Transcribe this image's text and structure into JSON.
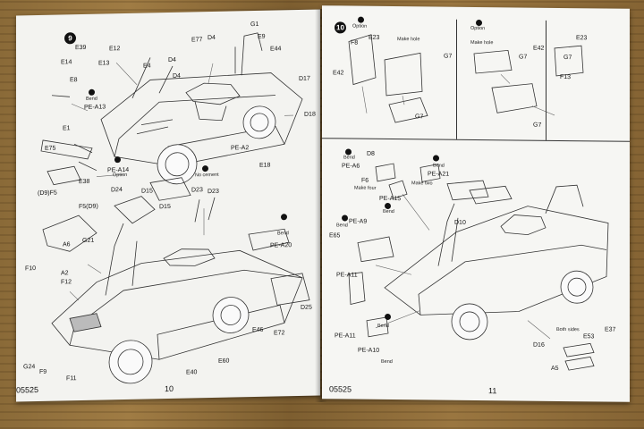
{
  "left_page": {
    "step_number": "9",
    "product_code": "05525",
    "page_number": "10",
    "bend_note": "Bend",
    "option_note": "Option",
    "no_cement_note": "No cement",
    "labels": {
      "e39": "E39",
      "e12": "E12",
      "e14": "E14",
      "e13": "E13",
      "e8": "E8",
      "e4": "E4",
      "e77": "E77",
      "d4a": "D4",
      "d4b": "D4",
      "d4c": "D4",
      "g1": "G1",
      "e9": "E9",
      "e44": "E44",
      "d17": "D17",
      "d18": "D18",
      "pe_a13": "PE-A13",
      "e1": "E1",
      "e75": "E75",
      "e38": "E38",
      "pe_a14": "PE-A14",
      "d24": "D24",
      "pe_a2": "PE-A2",
      "e18": "E18",
      "d9f5": "(D9)F5",
      "f5d9": "F5(D9)",
      "d15a": "D15",
      "d15b": "D15",
      "d23a": "D23",
      "d23b": "D23",
      "a6": "A6",
      "g21": "G21",
      "f10": "F10",
      "a2": "A2",
      "f12": "F12",
      "pe_a20": "PE-A20",
      "d25": "D25",
      "e46": "E46",
      "e72": "E72",
      "e60": "E60",
      "g24": "G24",
      "f9": "F9",
      "f11": "F11",
      "e40": "E40"
    }
  },
  "right_page": {
    "step_number": "10",
    "product_code": "05525",
    "page_number": "11",
    "option_note": "Option",
    "make_hole_note": "Make hole",
    "bend_note": "Bend",
    "make_four_note": "Make four",
    "make_two_note": "Make two",
    "both_sides_note": "Both sides",
    "labels": {
      "f8": "F8",
      "e23a": "E23",
      "g7a": "G7",
      "e42a": "E42",
      "g7b": "G7",
      "g7c": "G7",
      "e42b": "E42",
      "e23b": "E23",
      "g7d": "G7",
      "f13": "F13",
      "g7e": "G7",
      "d8": "D8",
      "pe_a6": "PE-A6",
      "f6": "F6",
      "pe_a15": "PE-A15",
      "pe_a21": "PE-A21",
      "pe_a9": "PE-A9",
      "e65": "E65",
      "d10": "D10",
      "pe_a11a": "PE-A11",
      "pe_a11b": "PE-A11",
      "pe_a10": "PE-A10",
      "d16": "D16",
      "e37": "E37",
      "e53": "E53",
      "a5": "A5"
    }
  }
}
